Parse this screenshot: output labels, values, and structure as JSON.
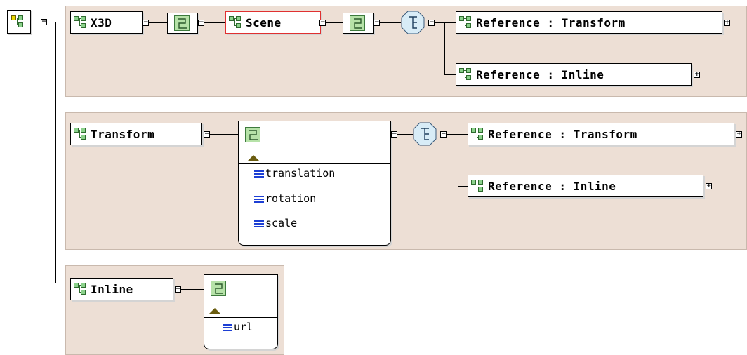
{
  "colors": {
    "panel": "#eddfd5",
    "element_fill": "#8bd18b",
    "selected_border": "#e03030",
    "attribute_icon": "#1d3fd4",
    "choice_fill": "#d8ecf7"
  },
  "icons": {
    "root": "schema-root-icon",
    "element": "element-icon",
    "sequence": "sequence-icon",
    "choice": "choice-icon",
    "attribute": "attribute-icon",
    "expand": "expand-toggle"
  },
  "row1": {
    "x3d": "X3D",
    "scene": "Scene",
    "ref_transform": "Reference : Transform",
    "ref_inline": "Reference : Inline"
  },
  "row2": {
    "transform": "Transform",
    "attributes": [
      "translation",
      "rotation",
      "scale"
    ],
    "ref_transform": "Reference : Transform",
    "ref_inline": "Reference : Inline"
  },
  "row3": {
    "inline": "Inline",
    "attributes": [
      "url"
    ]
  },
  "expanders": {
    "collapsed": "+",
    "expanded": "−"
  }
}
